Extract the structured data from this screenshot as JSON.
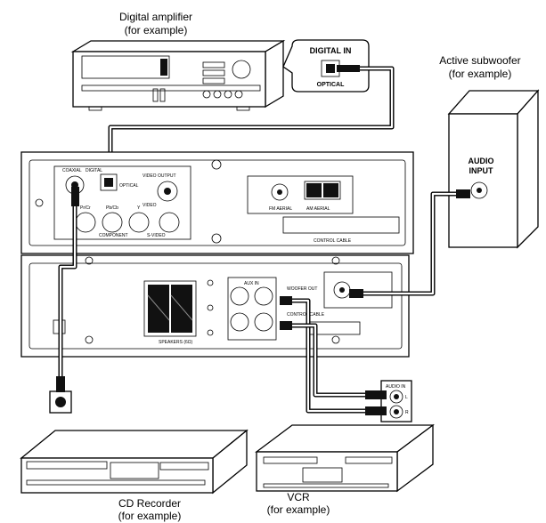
{
  "labels": {
    "amplifier_title": "Digital amplifier",
    "amplifier_sub": "(for example)",
    "digital_in": "DIGITAL IN",
    "optical": "OPTICAL",
    "subwoofer_title": "Active subwoofer",
    "subwoofer_sub": "(for example)",
    "audio_input_1": "AUDIO",
    "audio_input_2": "INPUT",
    "cd_title": "CD Recorder",
    "cd_sub": "(for example)",
    "vcr_title": "VCR",
    "vcr_sub": "(for example)"
  },
  "panel": {
    "coaxial": "COAXIAL",
    "digital": "DIGITAL",
    "optical": "OPTICAL",
    "video_output": "VIDEO OUTPUT",
    "video": "VIDEO",
    "pr_cr": "Pr/Cr",
    "pb_cb": "Pb/Cb",
    "y": "Y",
    "component": "COMPONENT",
    "s_video": "S-VIDEO",
    "fm_aerial": "FM AERIAL",
    "am_aerial": "AM AERIAL",
    "control_cable_top": "CONTROL CABLE",
    "aux_in": "AUX IN",
    "woofer_out": "WOOFER OUT",
    "control_cable": "CONTROL CABLE",
    "speakers": "SPEAKERS (6Ω)",
    "audio_in": "AUDIO IN",
    "ch_l": "L",
    "ch_r": "R"
  }
}
